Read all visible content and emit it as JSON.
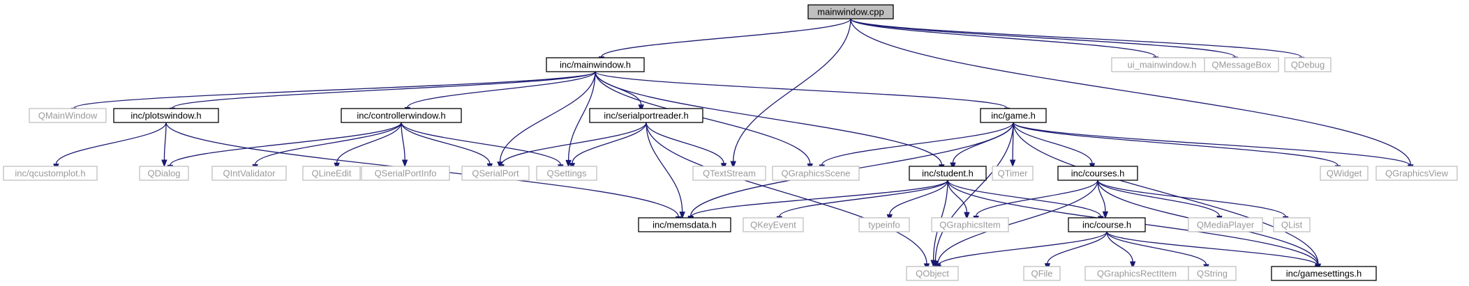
{
  "diagram": {
    "type": "include-dependency-graph",
    "colors": {
      "edge": "#191970",
      "root_fill": "#bfbfbf",
      "internal_border": "#000000",
      "external_border": "#bfbfbf",
      "external_text": "#9a9a9a"
    },
    "nodes": {
      "mainwindow_cpp": {
        "label": "mainwindow.cpp",
        "kind": "root"
      },
      "inc_mainwindow_h": {
        "label": "inc/mainwindow.h",
        "kind": "internal"
      },
      "ui_mainwindow_h": {
        "label": "ui_mainwindow.h",
        "kind": "external"
      },
      "QMessageBox": {
        "label": "QMessageBox",
        "kind": "external"
      },
      "QDebug": {
        "label": "QDebug",
        "kind": "external"
      },
      "QMainWindow": {
        "label": "QMainWindow",
        "kind": "external"
      },
      "inc_plotswindow_h": {
        "label": "inc/plotswindow.h",
        "kind": "internal"
      },
      "inc_controllerwindow_h": {
        "label": "inc/controllerwindow.h",
        "kind": "internal"
      },
      "inc_serialportreader_h": {
        "label": "inc/serialportreader.h",
        "kind": "internal"
      },
      "inc_game_h": {
        "label": "inc/game.h",
        "kind": "internal"
      },
      "inc_qcustomplot_h": {
        "label": "inc/qcustomplot.h",
        "kind": "external"
      },
      "QDialog": {
        "label": "QDialog",
        "kind": "external"
      },
      "QIntValidator": {
        "label": "QIntValidator",
        "kind": "external"
      },
      "QLineEdit": {
        "label": "QLineEdit",
        "kind": "external"
      },
      "QSerialPortInfo": {
        "label": "QSerialPortInfo",
        "kind": "external"
      },
      "QSerialPort": {
        "label": "QSerialPort",
        "kind": "external"
      },
      "QSettings": {
        "label": "QSettings",
        "kind": "external"
      },
      "QTextStream": {
        "label": "QTextStream",
        "kind": "external"
      },
      "QGraphicsScene": {
        "label": "QGraphicsScene",
        "kind": "external"
      },
      "inc_student_h": {
        "label": "inc/student.h",
        "kind": "internal"
      },
      "QTimer": {
        "label": "QTimer",
        "kind": "external"
      },
      "inc_courses_h": {
        "label": "inc/courses.h",
        "kind": "internal"
      },
      "QWidget": {
        "label": "QWidget",
        "kind": "external"
      },
      "QGraphicsView": {
        "label": "QGraphicsView",
        "kind": "external"
      },
      "inc_memsdata_h": {
        "label": "inc/memsdata.h",
        "kind": "internal"
      },
      "QKeyEvent": {
        "label": "QKeyEvent",
        "kind": "external"
      },
      "typeinfo": {
        "label": "typeinfo",
        "kind": "external"
      },
      "QGraphicsItem": {
        "label": "QGraphicsItem",
        "kind": "external"
      },
      "inc_course_h": {
        "label": "inc/course.h",
        "kind": "internal"
      },
      "QMediaPlayer": {
        "label": "QMediaPlayer",
        "kind": "external"
      },
      "QList": {
        "label": "QList",
        "kind": "external"
      },
      "QObject": {
        "label": "QObject",
        "kind": "external"
      },
      "QFile": {
        "label": "QFile",
        "kind": "external"
      },
      "QGraphicsRectItem": {
        "label": "QGraphicsRectItem",
        "kind": "external"
      },
      "QString": {
        "label": "QString",
        "kind": "external"
      },
      "inc_gamesettings_h": {
        "label": "inc/gamesettings.h",
        "kind": "internal"
      }
    },
    "edges": [
      [
        "mainwindow_cpp",
        "inc_mainwindow_h"
      ],
      [
        "mainwindow_cpp",
        "ui_mainwindow_h"
      ],
      [
        "mainwindow_cpp",
        "QMessageBox"
      ],
      [
        "mainwindow_cpp",
        "QDebug"
      ],
      [
        "mainwindow_cpp",
        "QTextStream"
      ],
      [
        "mainwindow_cpp",
        "QGraphicsView"
      ],
      [
        "inc_mainwindow_h",
        "QMainWindow"
      ],
      [
        "inc_mainwindow_h",
        "inc_plotswindow_h"
      ],
      [
        "inc_mainwindow_h",
        "inc_controllerwindow_h"
      ],
      [
        "inc_mainwindow_h",
        "inc_serialportreader_h"
      ],
      [
        "inc_mainwindow_h",
        "inc_game_h"
      ],
      [
        "inc_mainwindow_h",
        "QSerialPort"
      ],
      [
        "inc_mainwindow_h",
        "QSettings"
      ],
      [
        "inc_mainwindow_h",
        "QGraphicsScene"
      ],
      [
        "inc_mainwindow_h",
        "inc_student_h"
      ],
      [
        "inc_plotswindow_h",
        "inc_qcustomplot_h"
      ],
      [
        "inc_plotswindow_h",
        "QDialog"
      ],
      [
        "inc_plotswindow_h",
        "inc_memsdata_h"
      ],
      [
        "inc_controllerwindow_h",
        "QDialog"
      ],
      [
        "inc_controllerwindow_h",
        "QIntValidator"
      ],
      [
        "inc_controllerwindow_h",
        "QLineEdit"
      ],
      [
        "inc_controllerwindow_h",
        "QSerialPortInfo"
      ],
      [
        "inc_controllerwindow_h",
        "QSerialPort"
      ],
      [
        "inc_controllerwindow_h",
        "QSettings"
      ],
      [
        "inc_serialportreader_h",
        "QSerialPort"
      ],
      [
        "inc_serialportreader_h",
        "QSettings"
      ],
      [
        "inc_serialportreader_h",
        "QTextStream"
      ],
      [
        "inc_serialportreader_h",
        "inc_memsdata_h"
      ],
      [
        "inc_serialportreader_h",
        "QObject"
      ],
      [
        "inc_game_h",
        "QGraphicsScene"
      ],
      [
        "inc_game_h",
        "inc_student_h"
      ],
      [
        "inc_game_h",
        "QTimer"
      ],
      [
        "inc_game_h",
        "inc_courses_h"
      ],
      [
        "inc_game_h",
        "QWidget"
      ],
      [
        "inc_game_h",
        "QGraphicsView"
      ],
      [
        "inc_game_h",
        "inc_memsdata_h"
      ],
      [
        "inc_game_h",
        "QObject"
      ],
      [
        "inc_game_h",
        "inc_gamesettings_h"
      ],
      [
        "inc_student_h",
        "inc_memsdata_h"
      ],
      [
        "inc_student_h",
        "QKeyEvent"
      ],
      [
        "inc_student_h",
        "typeinfo"
      ],
      [
        "inc_student_h",
        "QGraphicsItem"
      ],
      [
        "inc_student_h",
        "inc_course_h"
      ],
      [
        "inc_student_h",
        "QObject"
      ],
      [
        "inc_student_h",
        "inc_gamesettings_h"
      ],
      [
        "inc_courses_h",
        "QGraphicsItem"
      ],
      [
        "inc_courses_h",
        "inc_course_h"
      ],
      [
        "inc_courses_h",
        "QMediaPlayer"
      ],
      [
        "inc_courses_h",
        "QList"
      ],
      [
        "inc_courses_h",
        "QObject"
      ],
      [
        "inc_courses_h",
        "inc_gamesettings_h"
      ],
      [
        "inc_course_h",
        "QObject"
      ],
      [
        "inc_course_h",
        "QFile"
      ],
      [
        "inc_course_h",
        "QGraphicsRectItem"
      ],
      [
        "inc_course_h",
        "QString"
      ],
      [
        "inc_course_h",
        "inc_gamesettings_h"
      ]
    ]
  }
}
